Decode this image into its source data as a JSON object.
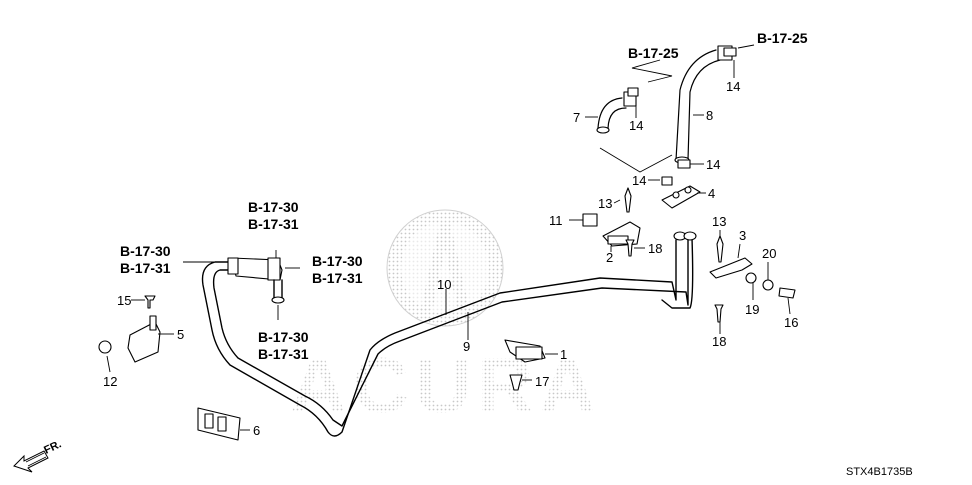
{
  "references": {
    "top_left_arrow": "B-17-25",
    "top_right_arrow": "B-17-25",
    "upper_pair_a": "B-17-30",
    "upper_pair_b": "B-17-31",
    "left_pair_a": "B-17-30",
    "left_pair_b": "B-17-31",
    "right_pair_a": "B-17-30",
    "right_pair_b": "B-17-31",
    "lower_pair_a": "B-17-30",
    "lower_pair_b": "B-17-31"
  },
  "callouts": {
    "p1": "1",
    "p2": "2",
    "p3": "3",
    "p4": "4",
    "p5": "5",
    "p6": "6",
    "p7": "7",
    "p8": "8",
    "p9": "9",
    "p10": "10",
    "p11": "11",
    "p12": "12",
    "p13a": "13",
    "p13b": "13",
    "p14a": "14",
    "p14b": "14",
    "p14c": "14",
    "p14d": "14",
    "p15": "15",
    "p16": "16",
    "p17": "17",
    "p18a": "18",
    "p18b": "18",
    "p19": "19",
    "p20": "20"
  },
  "front_label": "FR.",
  "diagram_code": "STX4B1735B",
  "watermark": {
    "word": "ACURA",
    "color": "#d8d8d8"
  },
  "icons": [
    "acura-logo-icon",
    "front-direction-arrow-icon"
  ]
}
